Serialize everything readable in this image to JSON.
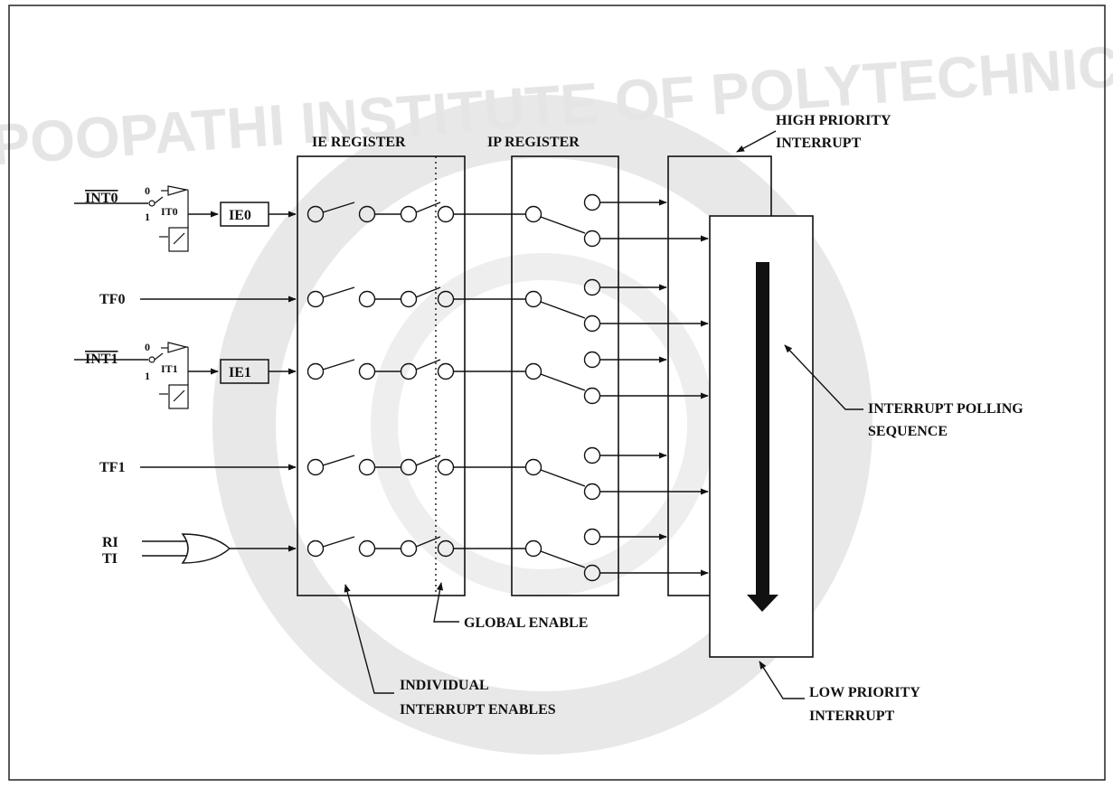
{
  "title": "",
  "inputs": [
    {
      "label": "INT0",
      "overline": true,
      "flag": "IE0",
      "type_bit": "IT0"
    },
    {
      "label": "TF0",
      "overline": false
    },
    {
      "label": "INT1",
      "overline": true,
      "flag": "IE1",
      "type_bit": "IT1"
    },
    {
      "label": "TF1",
      "overline": false
    },
    {
      "label_top": "RI",
      "label_bottom": "TI",
      "gate": "OR"
    }
  ],
  "mux_labels": {
    "zero": "0",
    "one": "1"
  },
  "blocks": {
    "ie_register": "IE REGISTER",
    "ip_register": "IP REGISTER"
  },
  "annotations": {
    "high_priority_line1": "HIGH PRIORITY",
    "high_priority_line2": "INTERRUPT",
    "polling_line1": "INTERRUPT POLLING",
    "polling_line2": "SEQUENCE",
    "global_enable": "GLOBAL ENABLE",
    "individual_line1": "INDIVIDUAL",
    "individual_line2": "INTERRUPT ENABLES",
    "low_priority_line1": "LOW PRIORITY",
    "low_priority_line2": "INTERRUPT"
  },
  "watermark": {
    "text": "SRI RANGAPOOPATHI INSTITUTE OF POLYTECHNIC COLLEGE",
    "color": "#e3e3e3"
  },
  "colors": {
    "line": "#111111",
    "background": "#ffffff"
  }
}
